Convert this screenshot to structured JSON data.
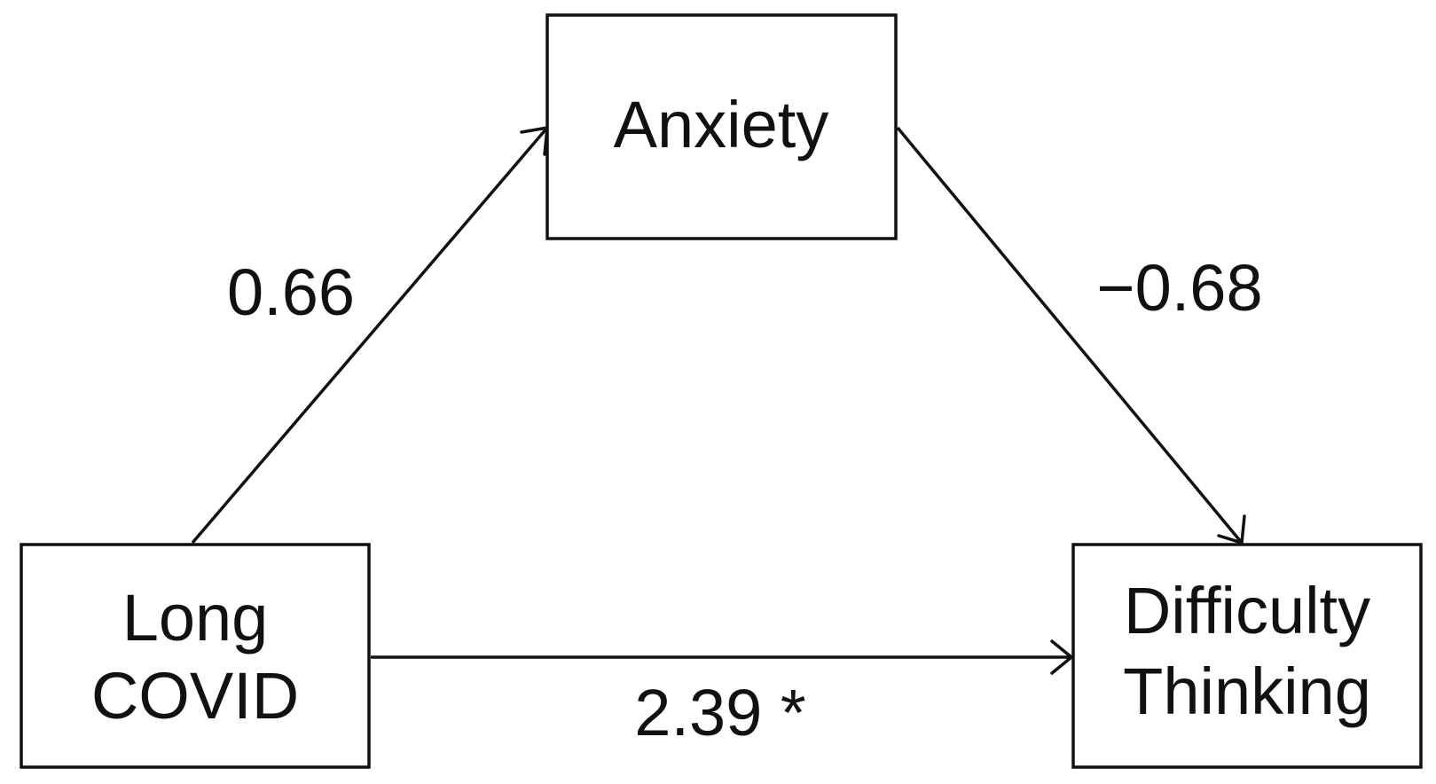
{
  "nodes": {
    "anxiety": {
      "label": "Anxiety"
    },
    "long_covid": {
      "line1": "Long",
      "line2": "COVID"
    },
    "difficulty_thinking": {
      "line1": "Difficulty",
      "line2": "Thinking"
    }
  },
  "edges": {
    "covid_to_anxiety": {
      "coefficient": "0.66"
    },
    "anxiety_to_thinking": {
      "coefficient": "−0.68"
    },
    "covid_to_thinking": {
      "coefficient": "2.39 *"
    }
  }
}
